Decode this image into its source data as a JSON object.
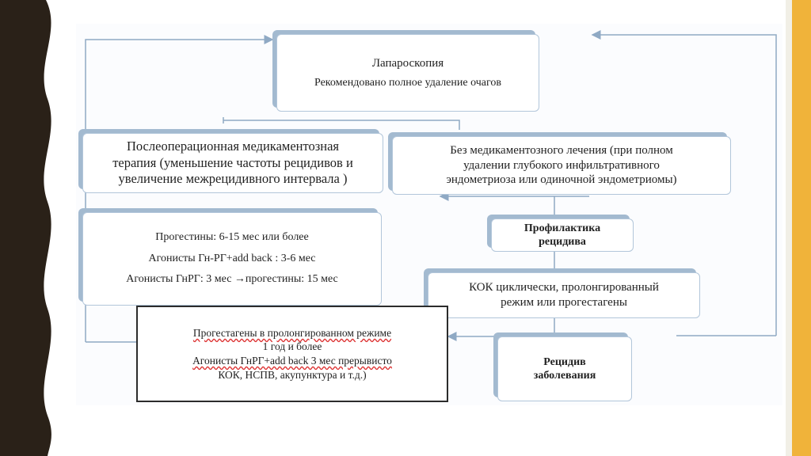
{
  "colors": {
    "accent_gold": "#f0b33a",
    "dark_border": "#2a2118",
    "box_border": "#b2c6da",
    "connector": "#8fa9c4"
  },
  "boxes": {
    "laparoscopy": {
      "title": "Лапароскопия",
      "subtitle": "Рекомендовано полное удаление очагов"
    },
    "postop": {
      "lines": [
        "Послеоперационная  медикаментозная",
        "терапия (уменьшение частоты рецидивов и",
        "увеличение межрецидивного интервала )"
      ]
    },
    "no_meds": {
      "lines": [
        "Без медикаментозного лечения (при полном",
        "удалении глубокого инфильтративного",
        "эндометриоза или одиночной эндометриомы)"
      ]
    },
    "options": {
      "lines": [
        "Прогестины: 6-15  мес или более",
        "Агонисты Гн-РГ+add back : 3-6 мес",
        "Агонисты ГнРГ: 3 мес →прогестины: 15 мес"
      ]
    },
    "prevention": {
      "lines": [
        "Профилактика",
        "рецидива"
      ]
    },
    "kok": {
      "lines": [
        "КОК циклически, пролонгированный",
        "режим или прогестагены"
      ]
    },
    "relapse": {
      "lines": [
        "Рецидив",
        "заболевания"
      ]
    },
    "prolonged": {
      "line1": "Прогестагены в пролонгированном режиме",
      "line2": "1 год и более",
      "line3": "Агонисты ГнРГ+add back 3 мес прерывисто",
      "line4": "КОК, НСПВ, акупунктура и т.д.)"
    }
  }
}
